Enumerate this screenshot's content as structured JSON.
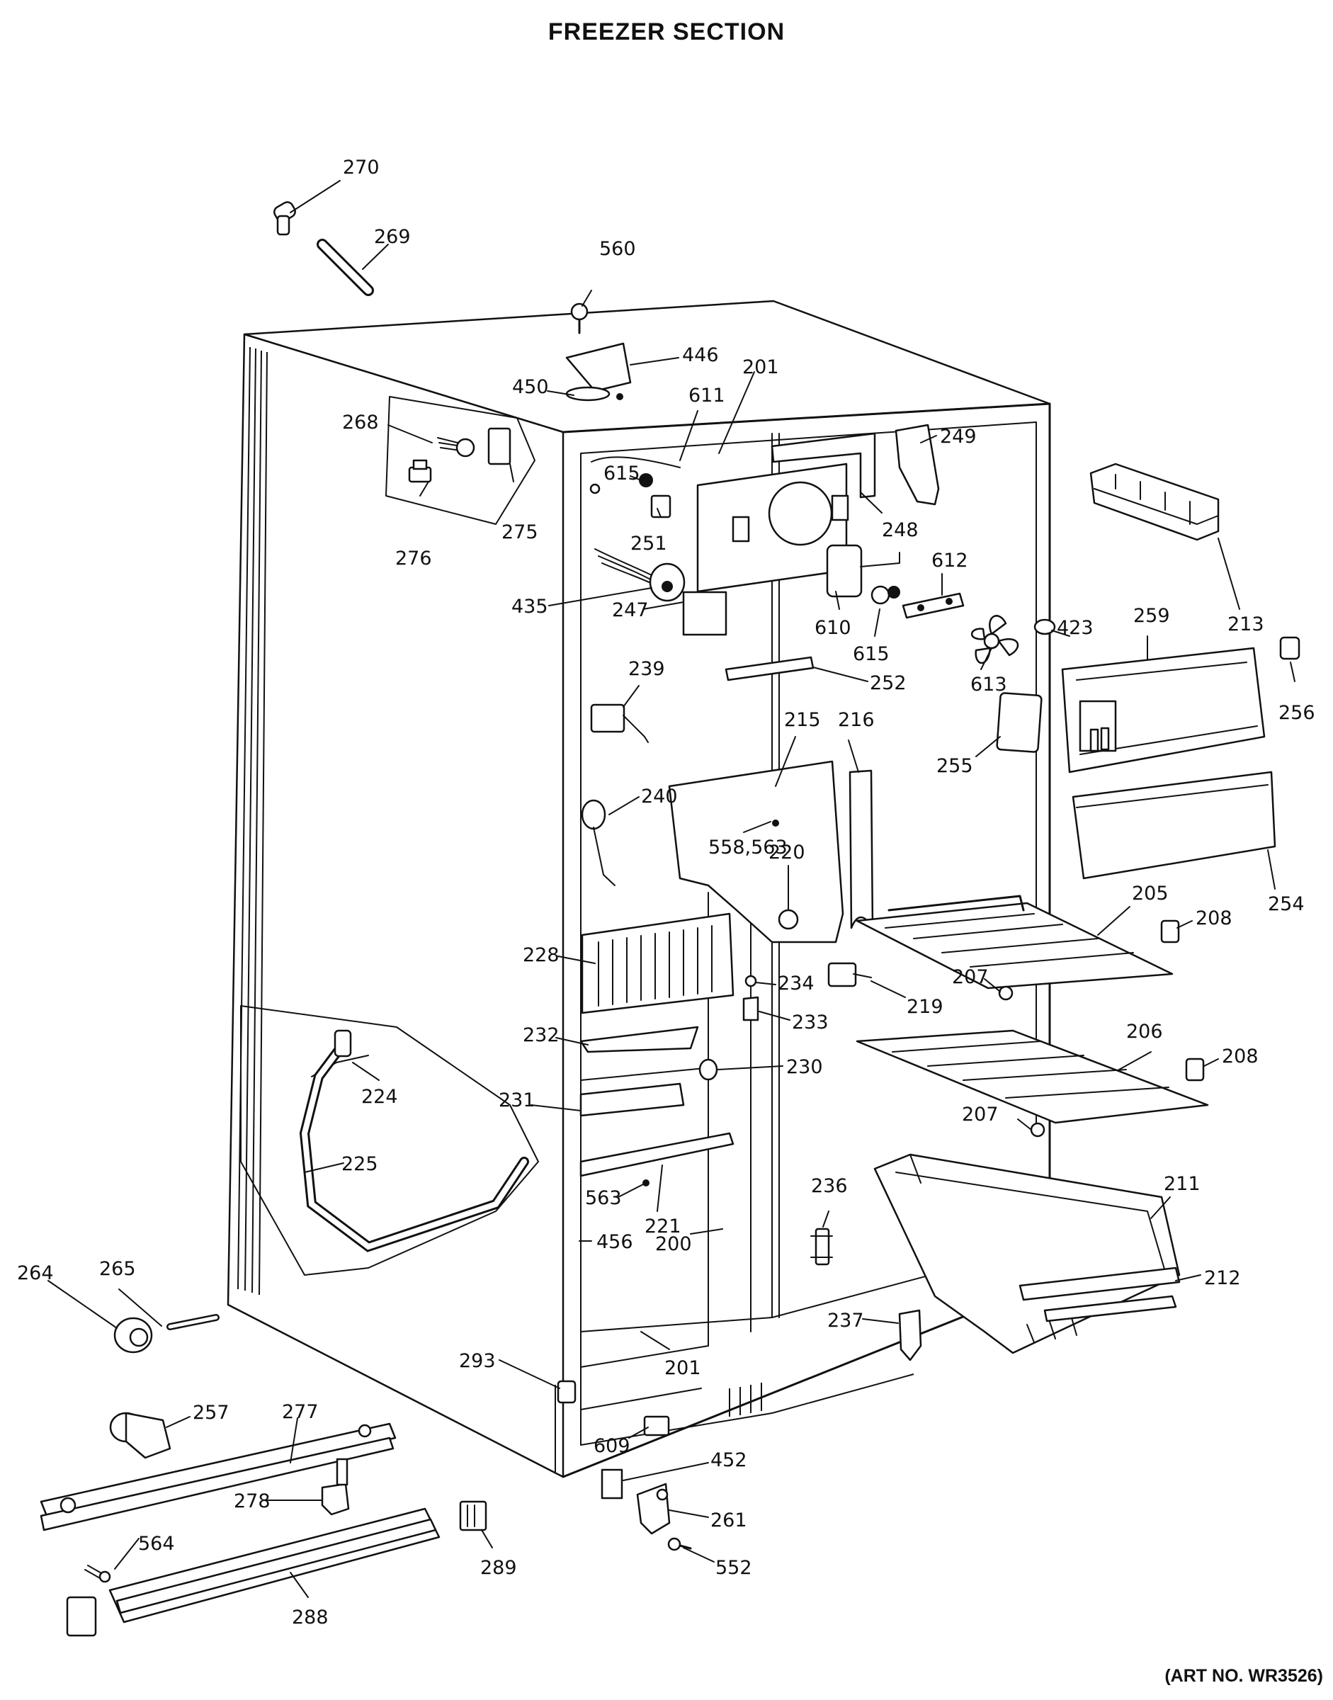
{
  "title": "FREEZER SECTION",
  "art_number": "(ART NO. WR3526)",
  "part_numbers": [
    "270",
    "269",
    "560",
    "446",
    "450",
    "201",
    "611",
    "268",
    "249",
    "615",
    "251",
    "248",
    "276",
    "275",
    "213",
    "612",
    "435",
    "247",
    "610",
    "615",
    "423",
    "259",
    "613",
    "239",
    "252",
    "256",
    "215",
    "216",
    "255",
    "240",
    "558,563",
    "220",
    "254",
    "205",
    "208",
    "228",
    "234",
    "207",
    "219",
    "233",
    "232",
    "206",
    "230",
    "208",
    "224",
    "231",
    "207",
    "225",
    "211",
    "236",
    "563",
    "221",
    "456",
    "200",
    "212",
    "264",
    "265",
    "237",
    "293",
    "201",
    "257",
    "277",
    "609",
    "452",
    "278",
    "261",
    "564",
    "289",
    "552",
    "288"
  ]
}
